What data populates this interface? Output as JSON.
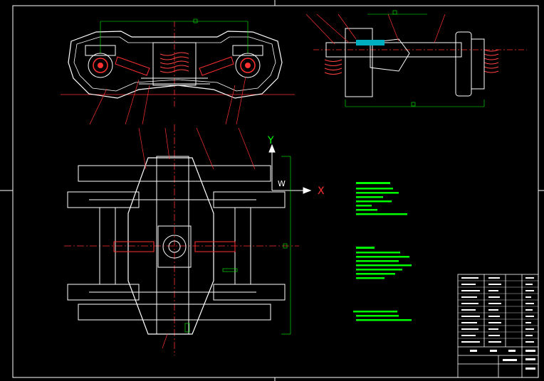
{
  "colors": {
    "background": "#000000",
    "outline": "#ffffff",
    "center_line": "#ff3030",
    "dimension": "#00ff00",
    "notes": "#00ff00",
    "axis": "#ffffff",
    "spring": "#ff4040",
    "detail": "#00e5ff",
    "leader": "#ff3030"
  },
  "axes": {
    "y_label": "Y",
    "x_label": "X",
    "w_label": "W"
  },
  "notes_block": {
    "color": "#00ff00"
  },
  "title_block": {
    "color": "#ffffff"
  }
}
